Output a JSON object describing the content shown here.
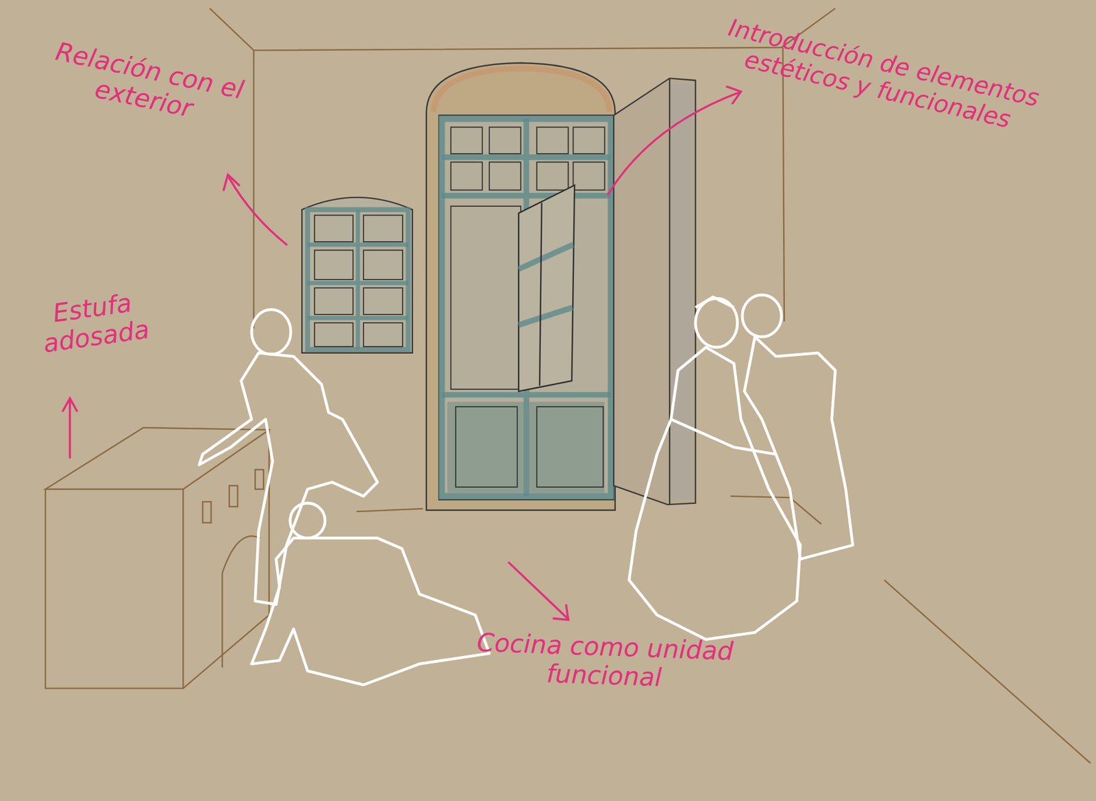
{
  "diagram": {
    "labels": [
      "Relación con el exterior",
      "Introducción de elementos estéticos y funcionales",
      "Estufa adosada",
      "Cocina como unidad funcional"
    ]
  }
}
